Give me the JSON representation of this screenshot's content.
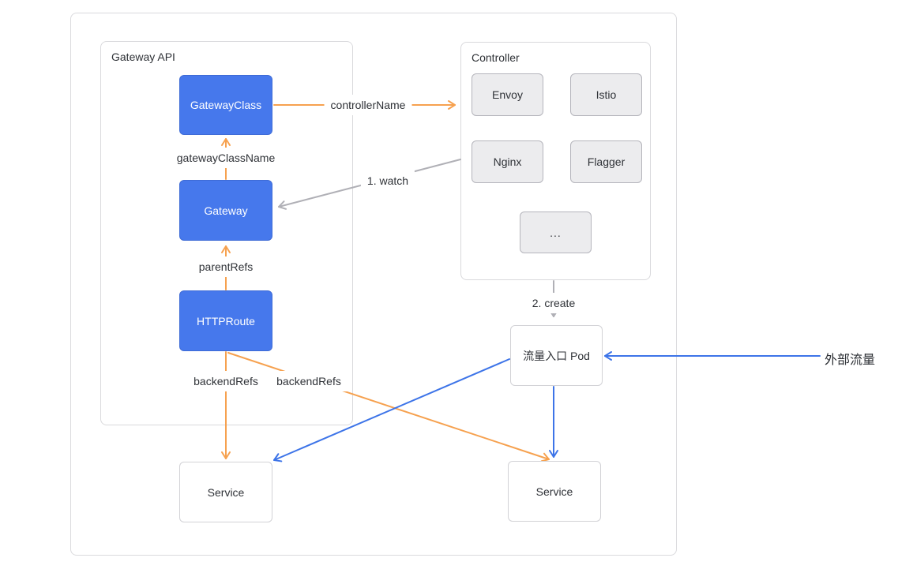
{
  "diagram": {
    "groups": {
      "gateway_api": {
        "title": "Gateway API"
      },
      "controller": {
        "title": "Controller"
      }
    },
    "nodes": {
      "gatewayclass": {
        "label": "GatewayClass"
      },
      "gateway": {
        "label": "Gateway"
      },
      "httproute": {
        "label": "HTTPRoute"
      },
      "envoy": {
        "label": "Envoy"
      },
      "istio": {
        "label": "Istio"
      },
      "nginx": {
        "label": "Nginx"
      },
      "flagger": {
        "label": "Flagger"
      },
      "more_controllers": {
        "label": "..."
      },
      "ingress_pod": {
        "label": "流量入口 Pod"
      },
      "service_left": {
        "label": "Service"
      },
      "service_right": {
        "label": "Service"
      }
    },
    "edge_labels": {
      "controller_name": "controllerName",
      "gateway_class_name": "gatewayClassName",
      "parent_refs": "parentRefs",
      "backend_refs_left": "backendRefs",
      "backend_refs_right": "backendRefs",
      "watch": "1. watch",
      "create": "2. create",
      "external_traffic": "外部流量"
    },
    "colors": {
      "node_blue": "#4678ec",
      "arrow_orange": "#f6a14f",
      "arrow_blue": "#3d74e8",
      "arrow_gray": "#b0b0b6",
      "container_border": "#d9d9dc",
      "gray_node_fill": "#ececee",
      "gray_node_border": "#b5b5bc"
    }
  }
}
